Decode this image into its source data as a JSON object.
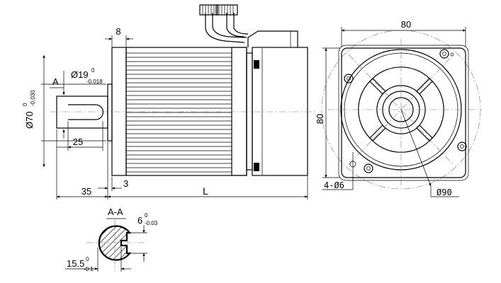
{
  "side_view": {
    "section_mark": "A",
    "shaft_dia": "Ø19",
    "shaft_dia_upper_tol": "0",
    "shaft_dia_lower_tol": "-0.018",
    "pilot_dia": "Ø70",
    "pilot_dia_upper_tol": "0",
    "pilot_dia_lower_tol": "-0.030",
    "flange_thickness": "8",
    "key_length": "25",
    "shaft_length": "35",
    "pilot_height": "3",
    "body_length": "L"
  },
  "front_view": {
    "flange_width": "80",
    "flange_height": "80",
    "mount_holes": "4-Ø6",
    "bolt_circle": "Ø90"
  },
  "section_view": {
    "title": "A-A",
    "key_width": "6",
    "key_width_upper_tol": "0",
    "key_width_lower_tol": "-0.03",
    "key_depth": "15.5",
    "key_depth_upper_tol": "0",
    "key_depth_lower_tol": "-0.1"
  }
}
